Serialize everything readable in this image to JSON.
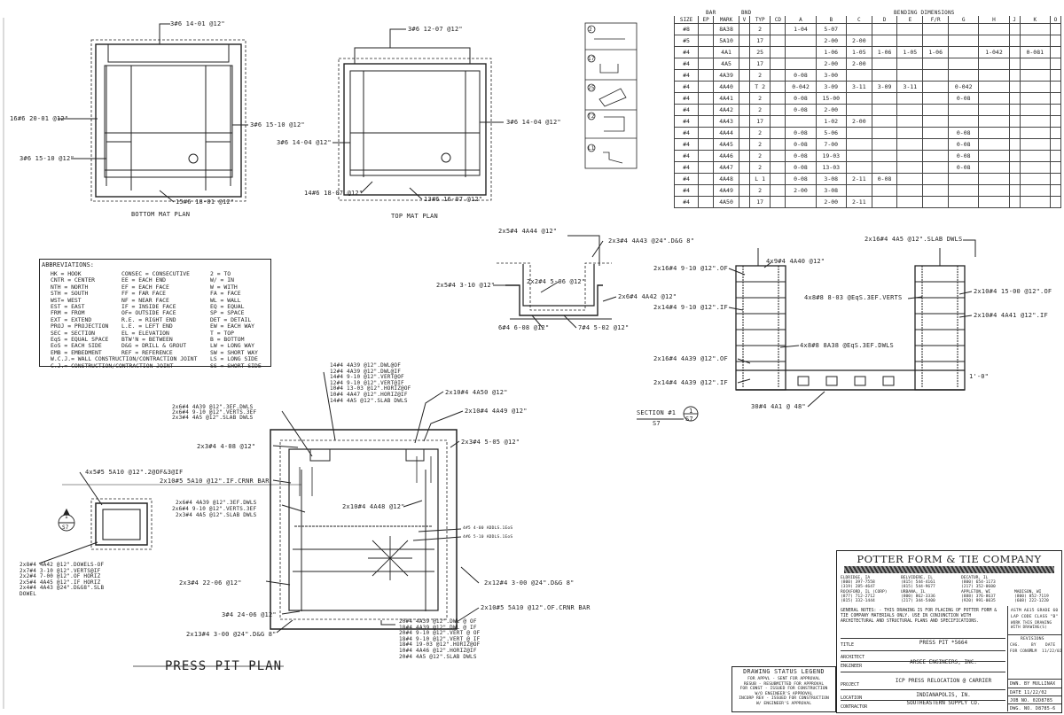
{
  "schedule": {
    "top_header": "BENDING DIMENSIONS",
    "bar_header": "BAR",
    "bnd_header": "BND",
    "columns": [
      "SIZE",
      "EP",
      "MARK",
      "V",
      "TYP",
      "CD",
      "A",
      "B",
      "C",
      "D",
      "E",
      "F/R",
      "G",
      "H",
      "J",
      "K",
      "O"
    ],
    "rows": [
      [
        "#8",
        "",
        "8A38",
        "",
        "2",
        "",
        "1-04",
        "5-07",
        "",
        "",
        "",
        "",
        "",
        "",
        "",
        "",
        ""
      ],
      [
        "#5",
        "",
        "5A10",
        "",
        "17",
        "",
        "",
        "2-00",
        "2-00",
        "",
        "",
        "",
        "",
        "",
        "",
        "",
        ""
      ],
      [
        "#4",
        "",
        "4A1",
        "",
        "25",
        "",
        "",
        "1-06",
        "1-05",
        "1-06",
        "1-05",
        "1-06",
        "",
        "1-042",
        "",
        "0-081",
        ""
      ],
      [
        "#4",
        "",
        "4A5",
        "",
        "17",
        "",
        "",
        "2-00",
        "2-00",
        "",
        "",
        "",
        "",
        "",
        "",
        "",
        ""
      ],
      [
        "#4",
        "",
        "4A39",
        "",
        "2",
        "",
        "0-08",
        "3-00",
        "",
        "",
        "",
        "",
        "",
        "",
        "",
        "",
        ""
      ],
      [
        "#4",
        "",
        "4A40",
        "",
        "T 2",
        "",
        "0-042",
        "3-09",
        "3-11",
        "3-09",
        "3-11",
        "",
        "0-042",
        "",
        "",
        "",
        ""
      ],
      [
        "#4",
        "",
        "4A41",
        "",
        "2",
        "",
        "0-08",
        "15-00",
        "",
        "",
        "",
        "",
        "0-08",
        "",
        "",
        "",
        ""
      ],
      [
        "#4",
        "",
        "4A42",
        "",
        "2",
        "",
        "0-08",
        "2-00",
        "",
        "",
        "",
        "",
        "",
        "",
        "",
        "",
        ""
      ],
      [
        "#4",
        "",
        "4A43",
        "",
        "17",
        "",
        "",
        "1-02",
        "2-00",
        "",
        "",
        "",
        "",
        "",
        "",
        "",
        ""
      ],
      [
        "#4",
        "",
        "4A44",
        "",
        "2",
        "",
        "0-08",
        "5-06",
        "",
        "",
        "",
        "",
        "0-08",
        "",
        "",
        "",
        ""
      ],
      [
        "#4",
        "",
        "4A45",
        "",
        "2",
        "",
        "0-08",
        "7-00",
        "",
        "",
        "",
        "",
        "0-08",
        "",
        "",
        "",
        ""
      ],
      [
        "#4",
        "",
        "4A46",
        "",
        "2",
        "",
        "0-08",
        "19-03",
        "",
        "",
        "",
        "",
        "0-08",
        "",
        "",
        "",
        ""
      ],
      [
        "#4",
        "",
        "4A47",
        "",
        "2",
        "",
        "0-08",
        "13-03",
        "",
        "",
        "",
        "",
        "0-08",
        "",
        "",
        "",
        ""
      ],
      [
        "#4",
        "",
        "4A48",
        "",
        "L 1",
        "",
        "0-08",
        "3-08",
        "2-11",
        "0-08",
        "",
        "",
        "",
        "",
        "",
        "",
        ""
      ],
      [
        "#4",
        "",
        "4A49",
        "",
        "2",
        "",
        "2-00",
        "3-08",
        "",
        "",
        "",
        "",
        "",
        "",
        "",
        "",
        ""
      ],
      [
        "#4",
        "",
        "4A50",
        "",
        "17",
        "",
        "",
        "2-00",
        "2-11",
        "",
        "",
        "",
        "",
        "",
        "",
        "",
        ""
      ]
    ]
  },
  "bend_types": [
    "2",
    "17",
    "25",
    "T2",
    "L1"
  ],
  "plans": {
    "bottom_mat": {
      "title": "BOTTOM MAT PLAN",
      "labels": [
        "3#6 14-01 @12\"",
        "16#6 20-01 @12\"",
        "3#6 15-10 @12\"",
        "3#6 15-10 @12\"",
        "15#6 18-01 @12\""
      ]
    },
    "top_mat": {
      "title": "TOP MAT PLAN",
      "labels": [
        "3#6 12-07 @12\"",
        "3#6 14-04 @12\"",
        "3#6 14-04 @12\"",
        "14#6 18-07 @12\"",
        "13#6 16-07 @12\""
      ]
    }
  },
  "abbreviations": {
    "title": "ABBREVIATIONS:",
    "col1": [
      "HK = HOOK",
      "CNTR = CENTER",
      "NTH = NORTH",
      "STH = SOUTH",
      "WST= WEST",
      "EST = EAST",
      "FRM = FROM",
      "EXT = EXTEND",
      "PROJ = PROJECTION",
      "SEC = SECTION",
      "EqS = EQUAL SPACE",
      "EoS = EACH SIDE",
      "EMB = EMBEDMENT",
      "W.C.J.= WALL CONSTRUCTION/CONTRACTION JOINT",
      "C.J.= CONSTRUCTION/CONTRACTION JOINT"
    ],
    "col2": [
      "CONSEC = CONSECUTIVE",
      "EE = EACH END",
      "EF = EACH FACE",
      "FF = FAR FACE",
      "NF = NEAR FACE",
      "IF = INSIDE FACE",
      "OF= OUTSIDE FACE",
      "R.E. = RIGHT END",
      "L.E. = LEFT END",
      "EL = ELEVATION",
      "BTW'N = BETWEEN",
      "D&G = DRILL & GROUT",
      "REF = REFERENCE"
    ],
    "col3": [
      "2 = TO",
      "W/ = IN",
      "W = WITH",
      "FA = FACE",
      "WL = WALL",
      "EQ = EQUAL",
      "SP = SPACE",
      "DET = DETAIL",
      "EW = EACH WAY",
      "T = TOP",
      "B = BOTTOM",
      "LW = LONG WAY",
      "SW = SHORT WAY",
      "LS = LONG SIDE",
      "SS = SHORT SIDE"
    ]
  },
  "trench": {
    "labels": [
      "2x5#4 4A44 @12\"",
      "2x3#4 4A43 @24\".D&G 8\"",
      "2x5#4 3-10 @12\"",
      "2x2#4 5-06 @12\"",
      "2x6#4 4A42 @12\"",
      "6#4 6-08 @12\"",
      "7#4 5-02 @12\""
    ]
  },
  "section": {
    "title": "SECTION #1",
    "sheet": "S7",
    "mark": "1",
    "labels": [
      "2x16#4 4A5 @12\".SLAB DWLS",
      "4x9#4 4A40 @12\"",
      "2x16#4 9-10 @12\".OF",
      "4x8#8 8-03 @EqS.3EF.VERTS",
      "2x10#4 15-00 @12\".OF",
      "2x14#4 9-10 @12\".IF",
      "2x10#4 4A41 @12\".IF",
      "4x8#8 8A38 @EqS.3EF.DWLS",
      "2x16#4 4A39 @12\".OF",
      "2x14#4 4A39 @12\".IF",
      "1'-0\"",
      "30#4 4A1 @ 48\""
    ]
  },
  "pit_plan": {
    "title": "PRESS PIT PLAN",
    "labels_top": [
      "14#4 4A39 @12\".DWL@OF",
      "12#4 4A39 @12\".DWL@IF",
      "14#4 9-10 @12\".VERT@OF",
      "12#4 9-10 @12\".VERT@IF",
      "10#4 13-03 @12\".HORIZ@OF",
      "10#4 4A47 @12\".HORIZ@IF",
      "14#4 4A5 @12\".SLAB DWLS"
    ],
    "labels_left": [
      "2x6#4 4A39 @12\".3EF.DWLS",
      "2x6#4 9-10 @12\".VERTS.3EF",
      "2x3#4 4A5 @12\".SLAB DWLS",
      "2x3#4 4-08 @12\"",
      "4x5#5 5A10 @12\".2@OF&3@IF",
      "2x10#5 5A10 @12\".IF.CRNR BAR",
      "2x6#4 4A39 @12\".3EF.DWLS",
      "2x6#4 9-10 @12\".VERTS.3EF",
      "2x3#4 4A5 @12\".SLAB DWLS",
      "2x3#4 22-06 @12\"",
      "3#4 24-06 @12\"",
      "2x13#4 3-00 @24\".D&G 8\""
    ],
    "labels_right": [
      "2x10#4 4A50 @12\"",
      "2x10#4 4A49 @12\"",
      "2x3#4 5-05 @12\"",
      "2x10#4 4A48 @12\"",
      "4#5 4-00 ADDLS.1EoS",
      "4#6 5-10 ADDLS.1EoS",
      "2x12#4 3-00 @24\".D&G 8\"",
      "2x10#5 5A10 @12\".OF.CRNR BAR"
    ],
    "labels_bottom": [
      "20#4 4A39 @12\".DWL @ OF",
      "18#4 4A39 @12\".DWL @ IF",
      "20#4 9-10 @12\".VERT @ OF",
      "18#4 9-10 @12\".VERT @ IF",
      "18#4 19-03 @12\".HORIZ@OF",
      "10#4 4A46 @12\".HORIZ@IF",
      "20#4 4A5 @12\".SLAB DWLS"
    ],
    "detail_labels": [
      "2x8#4 4A42 @12\".DOWELS-OF",
      "2x7#4 3-10 @12\".VERTS@IF",
      "2x2#4 7-00 @12\".OF HORIZ",
      "2x5#4 4A45 @12\".IF HORIZ",
      "2x4#4 4A43 @24\".D&G8\".SLB",
      "DOWEL"
    ],
    "section_mark": "1",
    "section_sheet": "S7"
  },
  "title_block": {
    "company": "POTTER FORM & TIE COMPANY",
    "offices": [
      [
        "ELDRIDGE, IA",
        "(800) 397-7558",
        "(319) 285-4647"
      ],
      [
        "BELVIDERE, IL",
        "(815) 544-4161",
        "(815) 544-9677"
      ],
      [
        "DECATUR, IL",
        "(800) 654-1173",
        "(217) 352-0600"
      ],
      [
        "ROCKFORD, IL (CORP)",
        "(877) 712-2712",
        "(815) 332-1444"
      ],
      [
        "URBANA, IL",
        "(800) 862-3336",
        "(217) 344-5400"
      ],
      [
        "APPLETON, WI",
        "(888) 376-8637",
        "(920) 991-0035"
      ],
      [
        "MADISON, WI",
        "(800) 852-7119",
        "(608) 222-1220"
      ]
    ],
    "notes": "GENERAL NOTES: - THIS DRAWING IS FOR PLACING OF POTTER FORM & TIE COMPANY MATERIALS ONLY. USE IN CONJUNCTION WITH ARCHITECTURAL AND STRUCTURAL PLANS AND SPECIFICATIONS.",
    "astm": "ASTM A615 GRADE 60",
    "lap_code": "LAP CODE CLASS \"B\"",
    "work_note": "WORK THIS DRAWING WITH DRAWING(S)",
    "revisions": "REVISIONS",
    "rev_headers": [
      "CHG.",
      "BY",
      "DATE"
    ],
    "rev_row": [
      "FOR CONST",
      "MLM",
      "11/22/02"
    ],
    "fields": [
      {
        "k": "TITLE",
        "v": "PRESS PIT *5664"
      },
      {
        "k": "ARCHITECT",
        "v": ""
      },
      {
        "k": "ENGINEER",
        "v": "ARSEE ENGINEERS, INC."
      },
      {
        "k": "PROJECT",
        "v": "ICP PRESS RELOCATION @ CARRIER"
      },
      {
        "k": "LOCATION",
        "v": "INDIANAPOLIS, IN."
      },
      {
        "k": "CONTRACTOR",
        "v": "SOUTHEASTERN SUPPLY CO."
      }
    ],
    "drawn_by": "DWN. BY MULLINAX",
    "date": "DATE 11/22/02",
    "job_no": "JOB NO. 02D8785",
    "dwg_no": "DWG. NO. D8785-6"
  },
  "status_legend": {
    "title": "DRAWING STATUS LEGEND",
    "lines": [
      "FOR APPVL - SENT FOR APPROVAL",
      "RESUB - RESUBMITTED FOR APPROVAL",
      "FOR CONST - ISSUED FOR CONSTRUCTION",
      "W/O ENGINEER'S APPROVAL",
      "INCORP REV - ISSUED FOR CONSTRUCTION",
      "W/ ENGINEER'S APPROVAL"
    ]
  }
}
